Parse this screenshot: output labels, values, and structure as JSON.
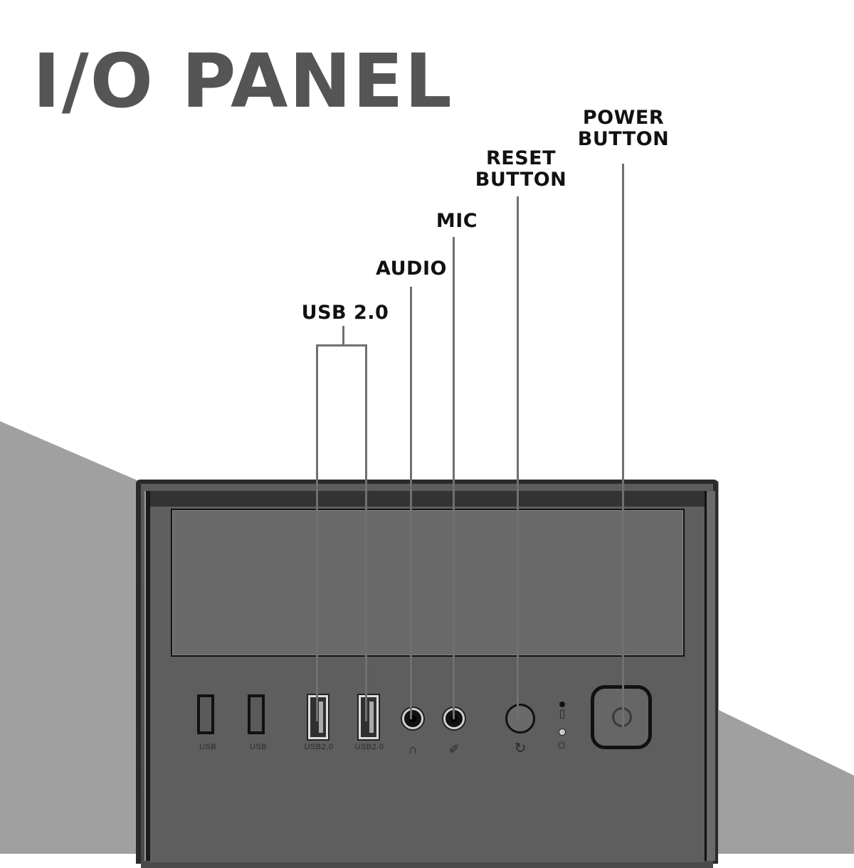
{
  "title": "I/O PANEL",
  "callouts": {
    "usb2": "USB 2.0",
    "audio": "AUDIO",
    "mic": "MIC",
    "reset_line1": "RESET",
    "reset_line2": "BUTTON",
    "power_line1": "POWER",
    "power_line2": "BUTTON"
  },
  "ports": [
    {
      "type": "usb",
      "label": "USB"
    },
    {
      "type": "usb",
      "label": "USB"
    },
    {
      "type": "usb2",
      "label": "USB2.0"
    },
    {
      "type": "usb2",
      "label": "USB2.0"
    }
  ],
  "icons": {
    "headphone": "headphone-icon",
    "mic": "microphone-icon",
    "reset": "reset-icon",
    "hdd": "hdd-led-icon",
    "power_led": "power-led-icon",
    "power": "power-icon"
  },
  "glyphs": {
    "headphone": "∩",
    "mic": "✐",
    "reset": "↻",
    "hdd": "▯",
    "sun": "☼"
  },
  "colors": {
    "title": "#555555",
    "labels": "#111111",
    "wedge": "#a0a0a0",
    "case": "#5e5e5e",
    "lines": "#707070"
  }
}
